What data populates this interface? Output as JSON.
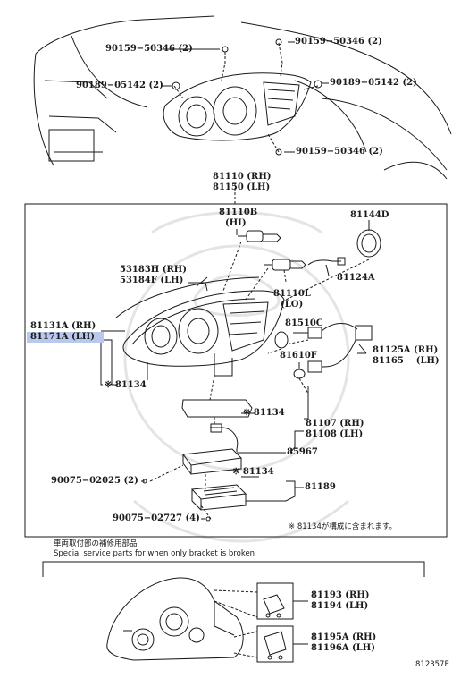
{
  "parts": {
    "p90159_a": "90159−50346 (2)",
    "p90159_b": "90159−50346 (2)",
    "p90189_a": "90189−05142 (2)",
    "p90189_b": "90189−05142 (2)",
    "p90159_c": "90159−50346 (2)",
    "p81110": "81110 (RH)",
    "p81150": "81150 (LH)",
    "p81110B": "81110B",
    "p81110B_hi": "(HI)",
    "p81144D": "81144D",
    "p53183H": "53183H (RH)",
    "p53184F": "53184F (LH)",
    "p81124A": "81124A",
    "p81110L": "81110L",
    "p81110L_lo": "(LO)",
    "p81131A": "81131A (RH)",
    "p81171A": "81171A (LH)",
    "p81510C": "81510C",
    "p81125A": "81125A (RH)",
    "p81165": "81165    (LH)",
    "p81610F": "81610F",
    "p81134_a": "※ 81134",
    "p81134_b": "※ 81134",
    "p81107": "81107 (RH)",
    "p81108": "81108 (LH)",
    "p85967": "85967",
    "p90075_a": "90075−02025 (2)",
    "p81134_c": "※ 81134",
    "p81189": "81189",
    "p90075_b": "90075−02727 (4)",
    "p81193": "81193 (RH)",
    "p81194": "81194 (LH)",
    "p81195A": "81195A (RH)",
    "p81196A": "81196A (LH)"
  },
  "notes": {
    "included": "※ 81134が構成に含まれます。",
    "jp_title": "車両取付部の補修用部品",
    "en_title": "Special service parts for when only bracket is broken",
    "code": "812357E"
  }
}
